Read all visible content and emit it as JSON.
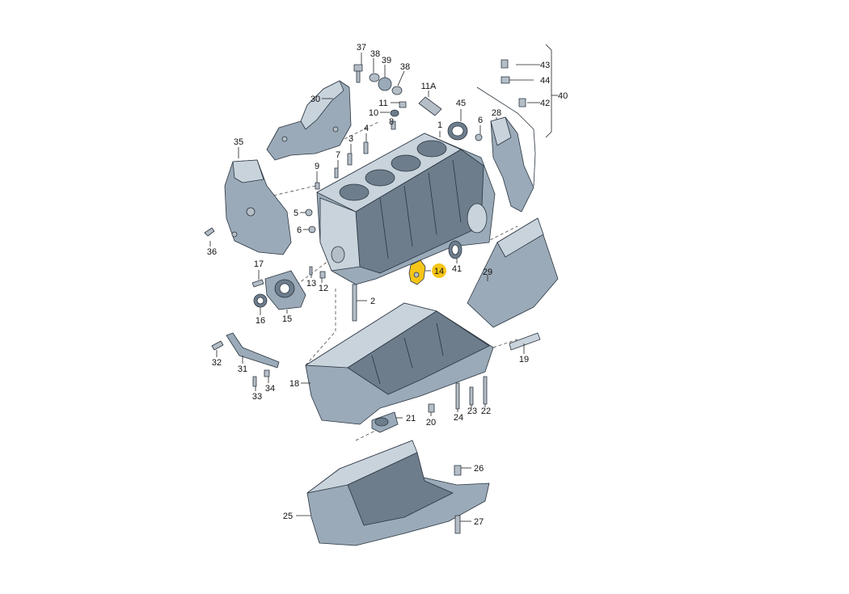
{
  "callouts": [
    {
      "id": "c37",
      "label": "37"
    },
    {
      "id": "c38a",
      "label": "38"
    },
    {
      "id": "c39",
      "label": "39"
    },
    {
      "id": "c38b",
      "label": "38"
    },
    {
      "id": "c11A",
      "label": "11A"
    },
    {
      "id": "c43",
      "label": "43"
    },
    {
      "id": "c44",
      "label": "44"
    },
    {
      "id": "c42",
      "label": "42"
    },
    {
      "id": "c40",
      "label": "40"
    },
    {
      "id": "c30",
      "label": "30"
    },
    {
      "id": "c11",
      "label": "11"
    },
    {
      "id": "c10",
      "label": "10"
    },
    {
      "id": "c8",
      "label": "8"
    },
    {
      "id": "c45",
      "label": "45"
    },
    {
      "id": "c1",
      "label": "1"
    },
    {
      "id": "c6a",
      "label": "6"
    },
    {
      "id": "c28",
      "label": "28"
    },
    {
      "id": "c4",
      "label": "4"
    },
    {
      "id": "c3",
      "label": "3"
    },
    {
      "id": "c35",
      "label": "35"
    },
    {
      "id": "c7",
      "label": "7"
    },
    {
      "id": "c9",
      "label": "9"
    },
    {
      "id": "c5",
      "label": "5"
    },
    {
      "id": "c6b",
      "label": "6"
    },
    {
      "id": "c36",
      "label": "36"
    },
    {
      "id": "c17",
      "label": "17"
    },
    {
      "id": "c13",
      "label": "13"
    },
    {
      "id": "c12",
      "label": "12"
    },
    {
      "id": "c14",
      "label": "14"
    },
    {
      "id": "c41",
      "label": "41"
    },
    {
      "id": "c29",
      "label": "29"
    },
    {
      "id": "c16",
      "label": "16"
    },
    {
      "id": "c15",
      "label": "15"
    },
    {
      "id": "c2",
      "label": "2"
    },
    {
      "id": "c32",
      "label": "32"
    },
    {
      "id": "c31",
      "label": "31"
    },
    {
      "id": "c19",
      "label": "19"
    },
    {
      "id": "c18",
      "label": "18"
    },
    {
      "id": "c34",
      "label": "34"
    },
    {
      "id": "c33",
      "label": "33"
    },
    {
      "id": "c24",
      "label": "24"
    },
    {
      "id": "c23",
      "label": "23"
    },
    {
      "id": "c22",
      "label": "22"
    },
    {
      "id": "c21",
      "label": "21"
    },
    {
      "id": "c20",
      "label": "20"
    },
    {
      "id": "c26",
      "label": "26"
    },
    {
      "id": "c25",
      "label": "25"
    },
    {
      "id": "c27",
      "label": "27"
    }
  ],
  "highlighted_part": "14",
  "colors": {
    "highlight": "#f5c518",
    "part_body": "#9aaab8",
    "part_light": "#c9d3dc",
    "part_dark": "#6d7d8c",
    "line": "#222222"
  }
}
